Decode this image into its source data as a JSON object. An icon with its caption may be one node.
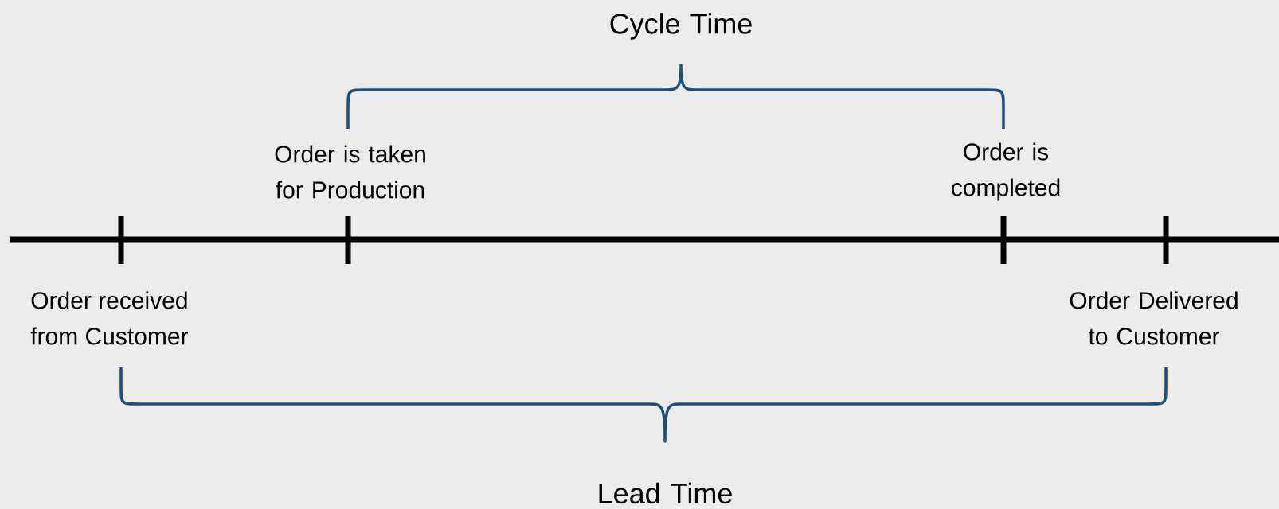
{
  "diagram": {
    "labels": [
      "Cycle Time",
      "Order is taken for Production",
      "Order is completed",
      "Order received from Customer",
      "Order Delivered to Customer",
      "Lead Time"
    ]
  }
}
